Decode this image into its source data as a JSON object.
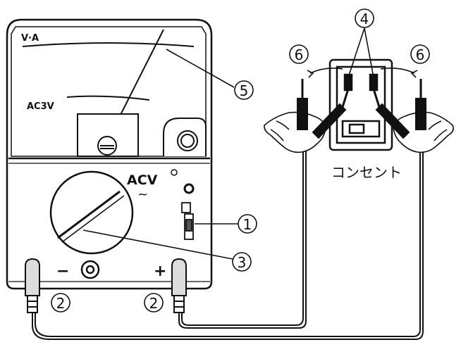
{
  "meter": {
    "scale_top_label": "V·A",
    "scale_ac_label": "AC3V",
    "range_label": "ACV",
    "ac_symbol": "~",
    "minus_label": "−",
    "plus_label": "+"
  },
  "outlet_label": "コンセント",
  "callouts": {
    "c1": "1",
    "c2a": "2",
    "c2b": "2",
    "c3": "3",
    "c4": "4",
    "c5": "5",
    "c6a": "6",
    "c6b": "6"
  },
  "colors": {
    "line": "#111111",
    "panel": "#ffffff",
    "face": "#f4f4f4"
  }
}
